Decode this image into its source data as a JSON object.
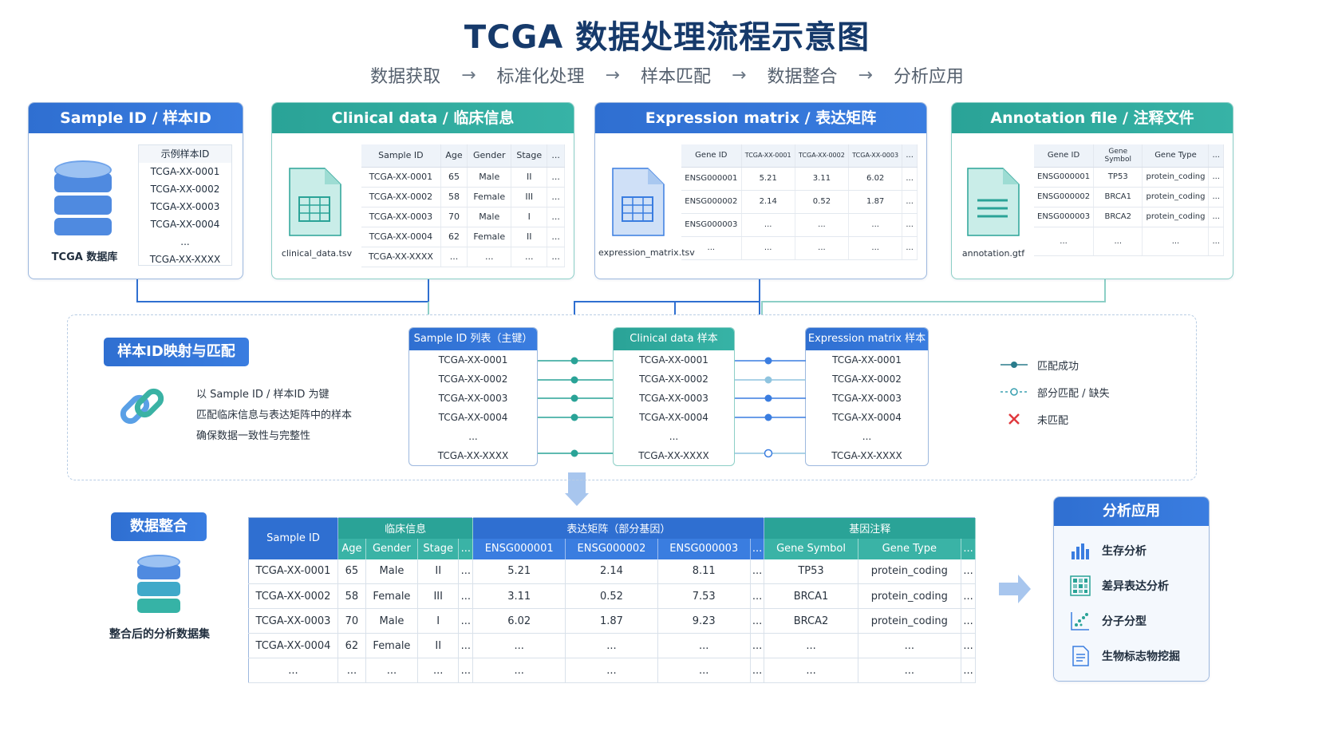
{
  "title": "TCGA 数据处理流程示意图",
  "steps": [
    "数据获取",
    "标准化处理",
    "样本匹配",
    "数据整合",
    "分析应用"
  ],
  "step_arrow": "→",
  "colors": {
    "blue": "#2f6fd1",
    "teal": "#2aa397",
    "dark": "#163a6b",
    "match": "#2aa397",
    "match_blue": "#3a7de0",
    "miss": "#e0393e"
  },
  "card_sample": {
    "header": "Sample ID / 样本ID",
    "db_label": "TCGA 数据库",
    "list_title": "示例样本ID",
    "ids": [
      "TCGA-XX-0001",
      "TCGA-XX-0002",
      "TCGA-XX-0003",
      "TCGA-XX-0004",
      "...",
      "TCGA-XX-XXXX"
    ]
  },
  "card_clinical": {
    "header": "Clinical data / 临床信息",
    "file": "clinical_data.tsv",
    "columns": [
      "Sample ID",
      "Age",
      "Gender",
      "Stage",
      "..."
    ],
    "rows": [
      [
        "TCGA-XX-0001",
        "65",
        "Male",
        "II",
        "..."
      ],
      [
        "TCGA-XX-0002",
        "58",
        "Female",
        "III",
        "..."
      ],
      [
        "TCGA-XX-0003",
        "70",
        "Male",
        "I",
        "..."
      ],
      [
        "TCGA-XX-0004",
        "62",
        "Female",
        "II",
        "..."
      ],
      [
        "TCGA-XX-XXXX",
        "...",
        "...",
        "...",
        "..."
      ]
    ]
  },
  "card_expression": {
    "header": "Expression matrix / 表达矩阵",
    "file": "expression_matrix.tsv",
    "columns": [
      "Gene ID",
      "TCGA-XX-0001",
      "TCGA-XX-0002",
      "TCGA-XX-0003",
      "..."
    ],
    "rows": [
      [
        "ENSG000001",
        "5.21",
        "3.11",
        "6.02",
        "..."
      ],
      [
        "ENSG000002",
        "2.14",
        "0.52",
        "1.87",
        "..."
      ],
      [
        "ENSG000003",
        "...",
        "...",
        "...",
        "..."
      ],
      [
        "...",
        "...",
        "...",
        "...",
        "..."
      ]
    ]
  },
  "card_annotation": {
    "header": "Annotation file / 注释文件",
    "file": "annotation.gtf",
    "columns": [
      "Gene ID",
      "Gene Symbol",
      "Gene Type",
      "..."
    ],
    "rows": [
      [
        "ENSG000001",
        "TP53",
        "protein_coding",
        "..."
      ],
      [
        "ENSG000002",
        "BRCA1",
        "protein_coding",
        "..."
      ],
      [
        "ENSG000003",
        "BRCA2",
        "protein_coding",
        "..."
      ],
      [
        "...",
        "...",
        "...",
        "..."
      ]
    ]
  },
  "mapping": {
    "title": "样本ID映射与匹配",
    "desc": [
      "以 Sample ID / 样本ID 为键",
      "匹配临床信息与表达矩阵中的样本",
      "确保数据一致性与完整性"
    ],
    "col1_header": "Sample ID 列表（主键）",
    "col2_header": "Clinical data 样本",
    "col3_header": "Expression matrix 样本",
    "ids": [
      "TCGA-XX-0001",
      "TCGA-XX-0002",
      "TCGA-XX-0003",
      "TCGA-XX-0004",
      "...",
      "TCGA-XX-XXXX"
    ],
    "legend": [
      "匹配成功",
      "部分匹配 / 缺失",
      "未匹配"
    ]
  },
  "integration": {
    "title": "数据整合",
    "db_label": "整合后的分析数据集",
    "group_headers": [
      "临床信息",
      "表达矩阵（部分基因）",
      "基因注释"
    ],
    "sample_header": "Sample ID",
    "sub_headers": [
      "Age",
      "Gender",
      "Stage",
      "...",
      "ENSG000001",
      "ENSG000002",
      "ENSG000003",
      "...",
      "Gene Symbol",
      "Gene Type",
      "..."
    ],
    "rows": [
      [
        "TCGA-XX-0001",
        "65",
        "Male",
        "II",
        "...",
        "5.21",
        "2.14",
        "8.11",
        "...",
        "TP53",
        "protein_coding",
        "..."
      ],
      [
        "TCGA-XX-0002",
        "58",
        "Female",
        "III",
        "...",
        "3.11",
        "0.52",
        "7.53",
        "...",
        "BRCA1",
        "protein_coding",
        "..."
      ],
      [
        "TCGA-XX-0003",
        "70",
        "Male",
        "I",
        "...",
        "6.02",
        "1.87",
        "9.23",
        "...",
        "BRCA2",
        "protein_coding",
        "..."
      ],
      [
        "TCGA-XX-0004",
        "62",
        "Female",
        "II",
        "...",
        "...",
        "...",
        "...",
        "...",
        "...",
        "...",
        "..."
      ],
      [
        "...",
        "...",
        "...",
        "...",
        "...",
        "...",
        "...",
        "...",
        "...",
        "...",
        "...",
        "..."
      ]
    ]
  },
  "applications": {
    "title": "分析应用",
    "items": [
      {
        "label": "生存分析",
        "icon": "bar-chart-icon"
      },
      {
        "label": "差异表达分析",
        "icon": "heatmap-grid-icon"
      },
      {
        "label": "分子分型",
        "icon": "scatter-icon"
      },
      {
        "label": "生物标志物挖掘",
        "icon": "document-icon"
      }
    ]
  }
}
